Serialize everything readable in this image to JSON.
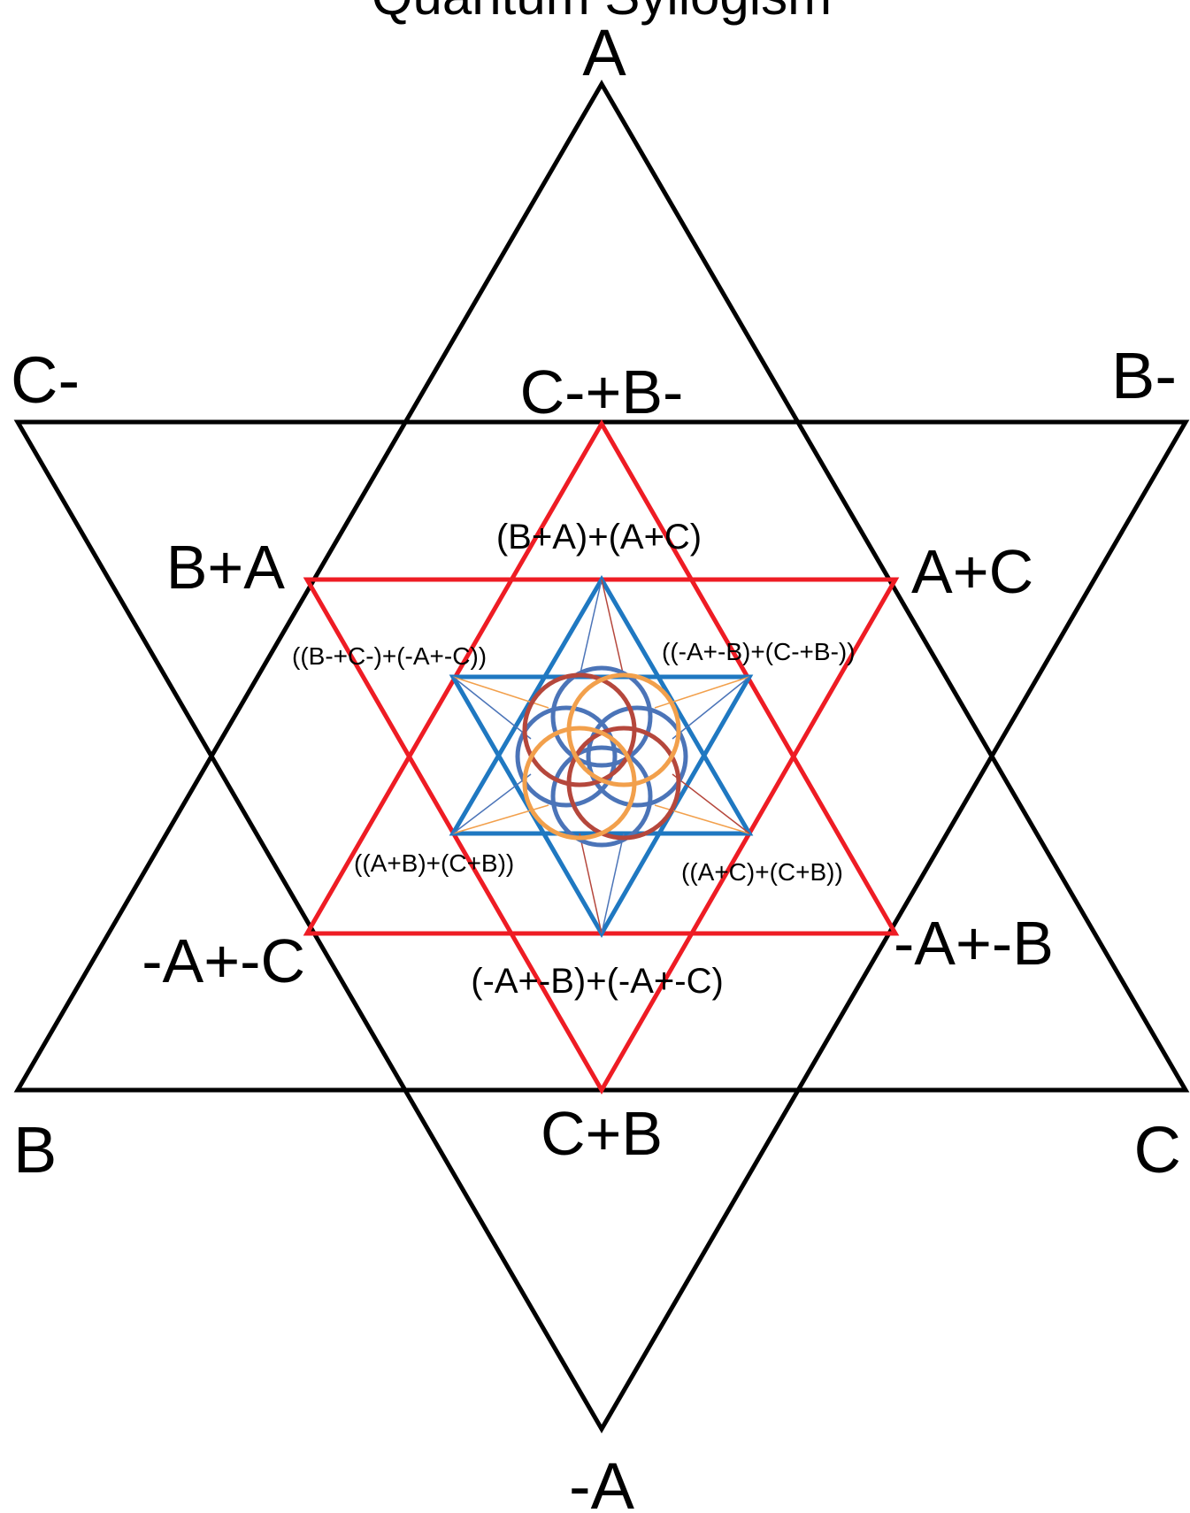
{
  "title": "Quantum Syllogism",
  "outer_star": {
    "top": "A",
    "bottom": "-A",
    "upper_left": "C-",
    "upper_right": "B-",
    "lower_left": "B",
    "lower_right": "C"
  },
  "middle_star": {
    "top": "C-+B-",
    "bottom": "C+B",
    "upper_left": "B+A",
    "upper_right": "A+C",
    "lower_left": "-A+-C",
    "lower_right": "-A+-B"
  },
  "inner_labels": {
    "top": "(B+A)+(A+C)",
    "bottom": "(-A+-B)+(-A+-C)",
    "upper_left": "((B-+C-)+(-A+-C))",
    "upper_right": "((-A+-B)+(C-+B-))",
    "lower_left": "((A+B)+(C+B))",
    "lower_right": "((A+C)+(C+B))"
  },
  "colors": {
    "outer": "#000000",
    "middle": "#ee1c24",
    "inner": "#1f78c1",
    "loop_orange": "#f2a04c",
    "loop_red": "#b5473c",
    "loop_blue": "#4b74b8"
  }
}
